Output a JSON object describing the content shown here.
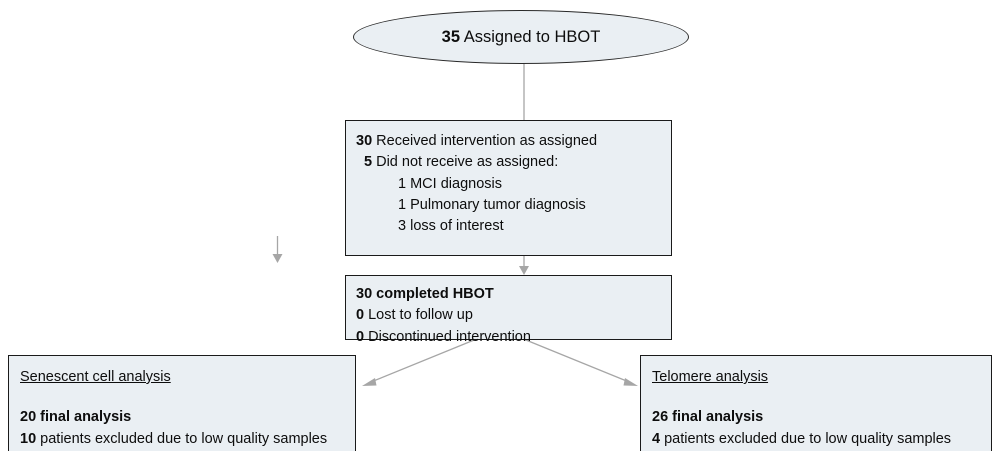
{
  "diagram": {
    "title": "HBOT trial participant flow diagram",
    "colors": {
      "node_fill": "#eaeff3",
      "node_border": "#1a1a1a",
      "connector": "#a6a6a6",
      "background": "#ffffff"
    },
    "nodes": {
      "assigned": {
        "shape": "ellipse",
        "count": "35",
        "label": " Assigned to HBOT"
      },
      "received": {
        "shape": "rectangle",
        "lines": [
          {
            "count": "30",
            "label": " Received intervention as assigned",
            "bold_count": true,
            "indent": 0
          },
          {
            "count": "5",
            "label": " Did not receive as assigned:",
            "bold_count": true,
            "indent": 1
          },
          {
            "count": "1",
            "label": " MCI diagnosis",
            "bold_count": false,
            "indent": 2
          },
          {
            "count": "1",
            "label": " Pulmonary tumor diagnosis",
            "bold_count": false,
            "indent": 2
          },
          {
            "count": "3",
            "label": " loss of interest",
            "bold_count": false,
            "indent": 2
          }
        ]
      },
      "completed": {
        "shape": "rectangle",
        "lines": [
          {
            "count": "30",
            "label": " completed HBOT",
            "all_bold": true
          },
          {
            "count": "0",
            "label": " Lost to follow up",
            "all_bold": false
          },
          {
            "count": "0",
            "label": " Discontinued intervention",
            "all_bold": false
          }
        ]
      },
      "senescent": {
        "shape": "rectangle",
        "heading": "Senescent cell analysis",
        "lines": [
          {
            "count": "20",
            "label": " final analysis",
            "all_bold": true
          },
          {
            "count": "10",
            "label": " patients excluded due to low quality samples",
            "all_bold": false
          }
        ]
      },
      "telomere": {
        "shape": "rectangle",
        "heading": "Telomere analysis",
        "lines": [
          {
            "count": "26",
            "label": " final analysis",
            "all_bold": true
          },
          {
            "count": "4",
            "label": " patients excluded due to low quality samples",
            "all_bold": false
          }
        ]
      }
    },
    "connectors": [
      {
        "name": "assigned-to-received",
        "from": "assigned",
        "to": "received",
        "arrowhead": false
      },
      {
        "name": "received-to-completed",
        "from": "received",
        "to": "completed",
        "arrowhead": true
      },
      {
        "name": "completed-to-senescent",
        "from": "completed",
        "to": "senescent",
        "arrowhead": true
      },
      {
        "name": "completed-to-telomere",
        "from": "completed",
        "to": "telomere",
        "arrowhead": true
      },
      {
        "name": "stray-arrow",
        "from": "",
        "to": "",
        "arrowhead": true
      }
    ]
  }
}
